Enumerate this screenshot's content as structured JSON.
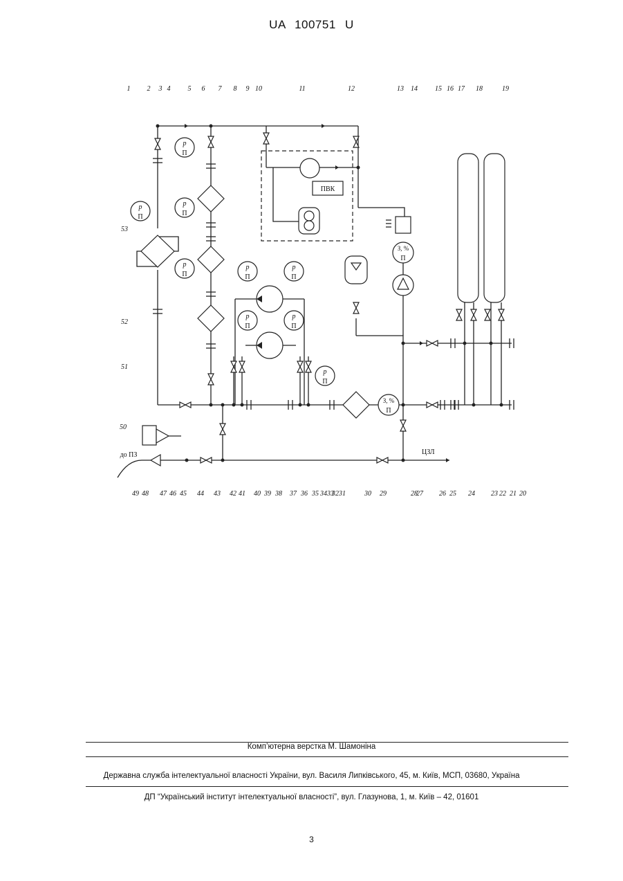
{
  "header": {
    "patent_number": "UA   100751   U"
  },
  "diagram": {
    "top_labels": [
      "1",
      "2",
      "3",
      "4",
      "5",
      "6",
      "7",
      "8",
      "9",
      "10",
      "11",
      "12",
      "13",
      "14",
      "15",
      "16",
      "17",
      "18",
      "19"
    ],
    "side_labels": [
      "53",
      "52",
      "51",
      "50"
    ],
    "bottom_labels": [
      "49",
      "48",
      "47",
      "46",
      "45",
      "44",
      "43",
      "42",
      "41",
      "40",
      "39",
      "38",
      "37",
      "36",
      "35",
      "34",
      "33",
      "32",
      "31",
      "30",
      "29",
      "28",
      "27",
      "26",
      "25",
      "24",
      "23",
      "22",
      "21",
      "20"
    ],
    "text": {
      "pvk": "ПВК",
      "to_pz": "до ПЗ",
      "czl": "ЦЗЛ",
      "gauge_top": "p",
      "gauge_bottom": "П",
      "analyzer_top": "З, %",
      "analyzer_bottom": "П"
    }
  },
  "footer": {
    "typesetting": "Комп’ютерна верстка М. Шамоніна",
    "agency": "Державна служба інтелектуальної власності України, вул. Василя Липківського, 45, м. Київ, МСП, 03680, Україна",
    "institute": "ДП “Український інститут інтелектуальної власності”, вул. Глазунова, 1, м. Київ – 42, 01601",
    "page_number": "3"
  }
}
